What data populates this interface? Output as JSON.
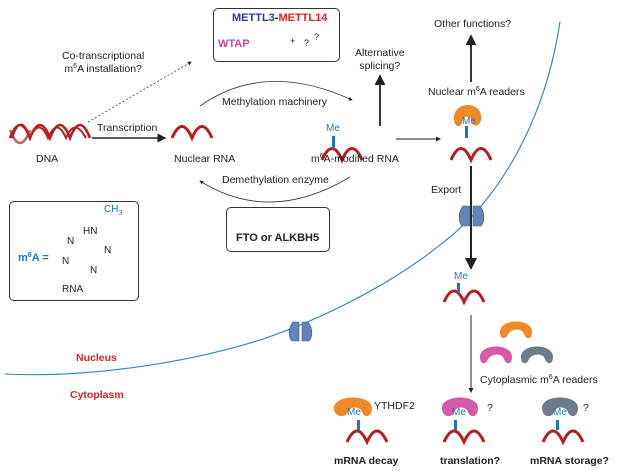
{
  "colors": {
    "rna": "#b41e23",
    "methyl": "#1f74c4",
    "envelope": "#2e7fc4",
    "pore": "#5f86b8",
    "reader_orange": "#f08a28",
    "reader_pink": "#d65aa6",
    "reader_gray": "#6e7b8c",
    "label_red": "#e02020"
  },
  "writer_complex": {
    "mettl3": "METTL3",
    "dash": "-",
    "mettl14": "METTL14",
    "wtap": "WTAP",
    "plus": "+",
    "unknown_mark": "?"
  },
  "labels": {
    "co_transcriptional_line1": "Co-transcriptional",
    "co_transcriptional_line2_pre": "m",
    "co_transcriptional_line2_sup": "6",
    "co_transcriptional_line2_post": "A installation?",
    "transcription": "Transcription",
    "dna": "DNA",
    "nuclear_rna": "Nuclear RNA",
    "methylation_machinery": "Methylation machinery",
    "demethylation_enzyme": "Demethylation enzyme",
    "m6a_modified_pre": "m",
    "m6a_modified_sup": "6",
    "m6a_modified_post": "A-modified RNA",
    "alternative_splicing_line1": "Alternative",
    "alternative_splicing_line2": "splicing?",
    "other_functions": "Other functions?",
    "nuclear_readers_pre": "Nuclear m",
    "nuclear_readers_sup": "6",
    "nuclear_readers_post": "A readers",
    "export": "Export",
    "cytoplasmic_readers_pre": "Cytoplasmic m",
    "cytoplasmic_readers_sup": "6",
    "cytoplasmic_readers_post": "A readers",
    "nucleus": "Nucleus",
    "cytoplasm": "Cytoplasm",
    "me": "Me",
    "ythdf2": "YTHDF2",
    "question": "?"
  },
  "eraser_box": {
    "label": "FTO or ALKBH5"
  },
  "structure_box": {
    "m6a_pre": "m",
    "m6a_sup": "6",
    "m6a_post": "A =",
    "hn": "HN",
    "ch3_pre": "CH",
    "ch3_sub": "3",
    "n": "N",
    "rna": "RNA"
  },
  "outcomes": [
    {
      "label": "mRNA decay",
      "reader": "YTHDF2"
    },
    {
      "label": "translation?",
      "reader": "?"
    },
    {
      "label": "mRNA storage?",
      "reader": "?"
    }
  ]
}
